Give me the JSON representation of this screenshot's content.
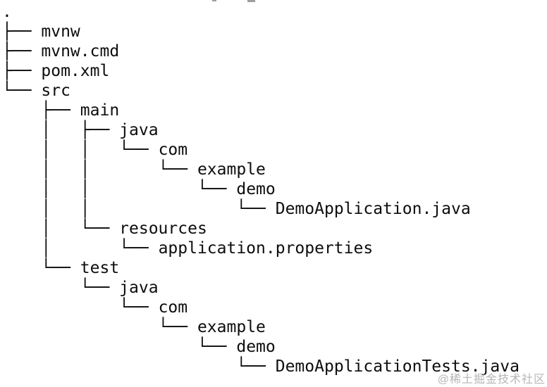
{
  "colors": {
    "text": "#0d0d0d",
    "background": "#ffffff",
    "watermark": "#b6b6b6"
  },
  "tree": {
    "lines": [
      {
        "prefix": "",
        "label": "."
      },
      {
        "prefix": "├── ",
        "label": "mvnw"
      },
      {
        "prefix": "├── ",
        "label": "mvnw.cmd"
      },
      {
        "prefix": "├── ",
        "label": "pom.xml"
      },
      {
        "prefix": "└── ",
        "label": "src"
      },
      {
        "prefix": "    ├── ",
        "label": "main"
      },
      {
        "prefix": "    │   ├── ",
        "label": "java"
      },
      {
        "prefix": "    │   │   └── ",
        "label": "com"
      },
      {
        "prefix": "    │   │       └── ",
        "label": "example"
      },
      {
        "prefix": "    │   │           └── ",
        "label": "demo"
      },
      {
        "prefix": "    │   │               └── ",
        "label": "DemoApplication.java"
      },
      {
        "prefix": "    │   └── ",
        "label": "resources"
      },
      {
        "prefix": "    │       └── ",
        "label": "application.properties"
      },
      {
        "prefix": "    └── ",
        "label": "test"
      },
      {
        "prefix": "        └── ",
        "label": "java"
      },
      {
        "prefix": "            └── ",
        "label": "com"
      },
      {
        "prefix": "                └── ",
        "label": "example"
      },
      {
        "prefix": "                    └── ",
        "label": "demo"
      },
      {
        "prefix": "                        └── ",
        "label": "DemoApplicationTests.java"
      }
    ]
  },
  "watermark": {
    "text": "@稀土掘金技术社区"
  }
}
